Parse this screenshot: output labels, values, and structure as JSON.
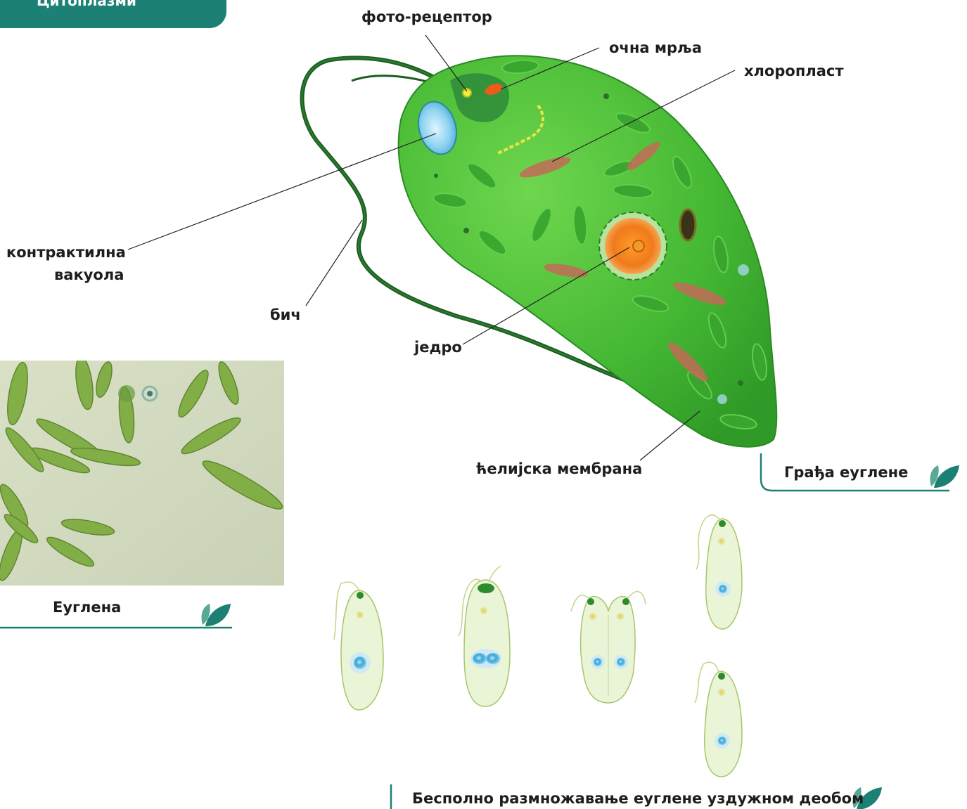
{
  "header": {
    "tab_text": "Цитоплазми"
  },
  "labels": {
    "photoreceptor": "фото-рецептор",
    "eyespot": "очна мрља",
    "chloroplast": "хлоропласт",
    "contractile_vacuole_line1": "контрактилна",
    "contractile_vacuole_line2": "вакуола",
    "flagellum": "бич",
    "nucleus": "једро",
    "cell_membrane": "ћелијска мембрана"
  },
  "captions": {
    "structure": "Грађа еуглене",
    "photo": "Еуглена",
    "reproduction": "Бесполно размножавање еуглене уздужном деобом"
  },
  "colors": {
    "accent_teal": "#1c8074",
    "cell_green": "#4cc23a",
    "nucleus_orange": "#f07a1a",
    "vacuole_blue": "#8fd3f0",
    "leaf_icon": "#1c8074"
  },
  "icons": [
    "leaf-icon"
  ]
}
